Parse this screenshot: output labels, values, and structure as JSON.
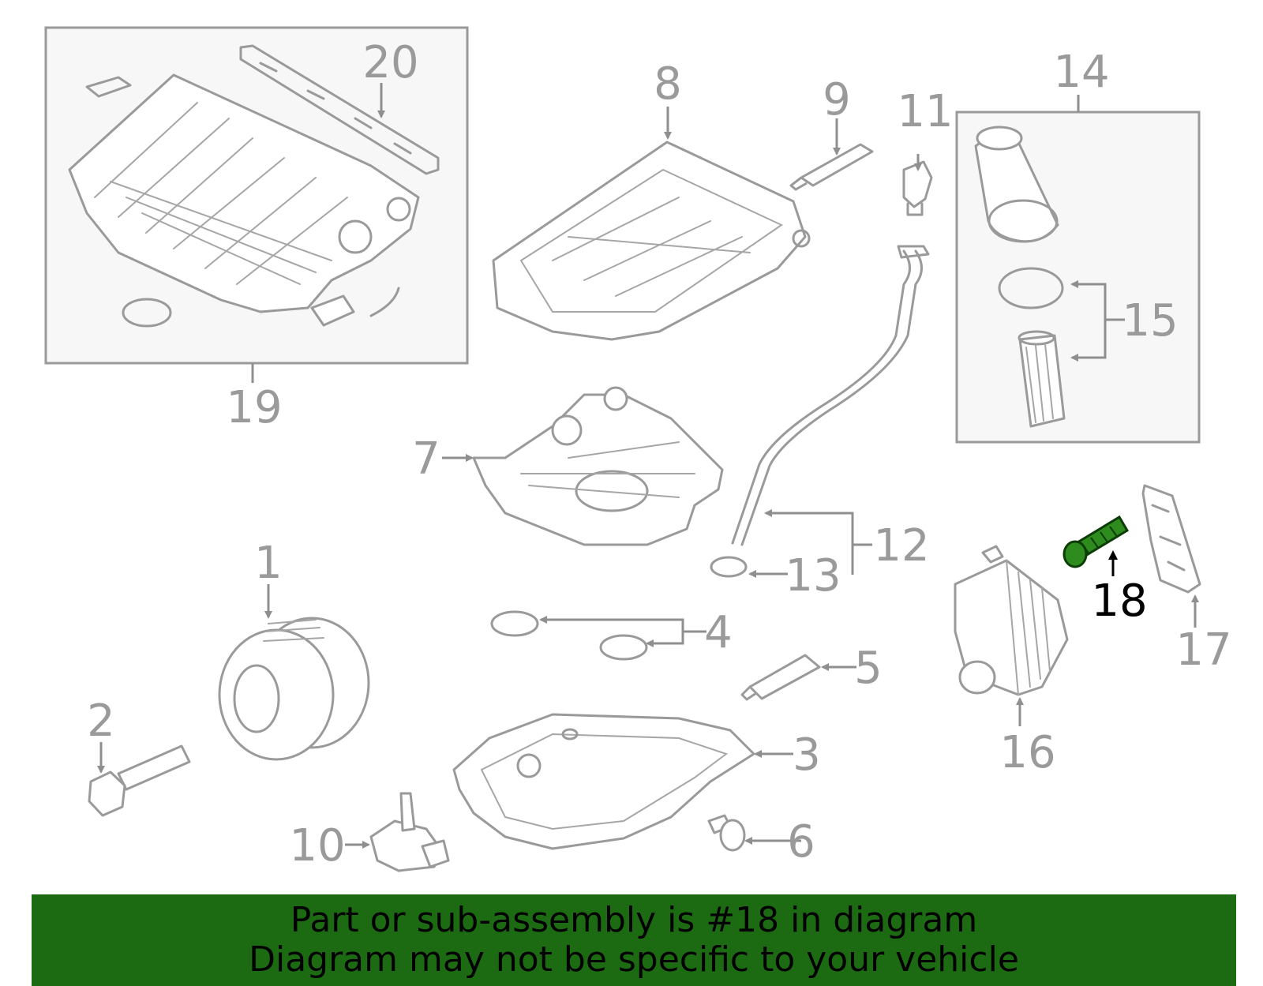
{
  "callouts": {
    "c1": "1",
    "c2": "2",
    "c3": "3",
    "c4": "4",
    "c5": "5",
    "c6": "6",
    "c7": "7",
    "c8": "8",
    "c9": "9",
    "c10": "10",
    "c11": "11",
    "c12": "12",
    "c13": "13",
    "c14": "14",
    "c15": "15",
    "c16": "16",
    "c17": "17",
    "c18": "18",
    "c19": "19",
    "c20": "20"
  },
  "highlight": {
    "part": "18",
    "color": "#2e8b1e"
  },
  "banner": {
    "line1": "Part or sub-assembly is #18 in diagram",
    "line2": "Diagram may not be specific to your vehicle",
    "background": "#1c6b12"
  }
}
